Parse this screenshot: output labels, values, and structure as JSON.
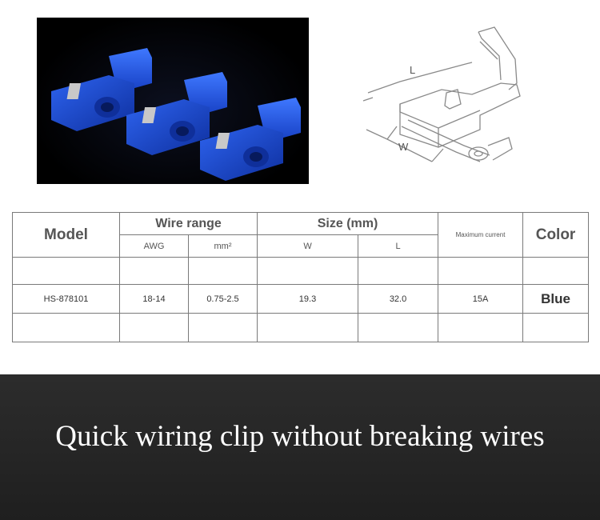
{
  "photo": {
    "icon": "blue-wire-connector-icon",
    "connector_color": "#1a4fd6"
  },
  "drawing": {
    "label_l": "L",
    "label_w": "W"
  },
  "table": {
    "header": {
      "model": "Model",
      "wire_range": "Wire range",
      "size": "Size (mm)",
      "max_current": "Maximum current",
      "color": "Color",
      "awg": "AWG",
      "mm2": "mm²",
      "w": "W",
      "l": "L"
    },
    "row": {
      "model": "HS-878101",
      "awg": "18-14",
      "mm2": "0.75-2.5",
      "w": "19.3",
      "l": "32.0",
      "current": "15A",
      "color": "Blue"
    }
  },
  "banner": {
    "text": "Quick wiring clip without breaking wires"
  }
}
